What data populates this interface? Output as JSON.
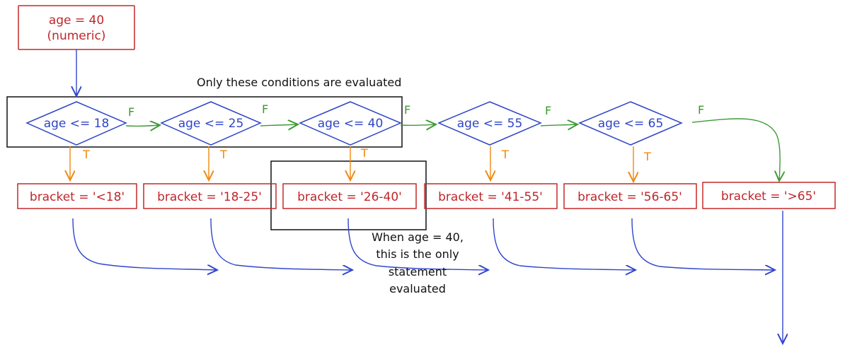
{
  "input": {
    "line1": "age = 40",
    "line2": "(numeric)"
  },
  "annotations": {
    "top": "Only these conditions are evaluated",
    "note_line1": "When age = 40,",
    "note_line2": "this is the only",
    "note_line3": "statement",
    "note_line4": "evaluated"
  },
  "conditions": [
    {
      "label": "age <= 18",
      "false_label": "F",
      "true_label": "T"
    },
    {
      "label": "age <= 25",
      "false_label": "F",
      "true_label": "T"
    },
    {
      "label": "age <= 40",
      "false_label": "F",
      "true_label": "T"
    },
    {
      "label": "age <= 55",
      "false_label": "F",
      "true_label": "T"
    },
    {
      "label": "age <= 65",
      "false_label": "F",
      "true_label": "T"
    }
  ],
  "brackets": [
    {
      "label": "bracket = '<18'"
    },
    {
      "label": "bracket = '18-25'"
    },
    {
      "label": "bracket = '26-40'"
    },
    {
      "label": "bracket = '41-55'"
    },
    {
      "label": "bracket = '56-65'"
    },
    {
      "label": "bracket = '>65'"
    }
  ],
  "colors": {
    "input_box": "#c62828",
    "condition": "#2f45c6",
    "false_branch": "#3c9a2b",
    "true_branch": "#f0890f",
    "highlight": "#111111"
  }
}
